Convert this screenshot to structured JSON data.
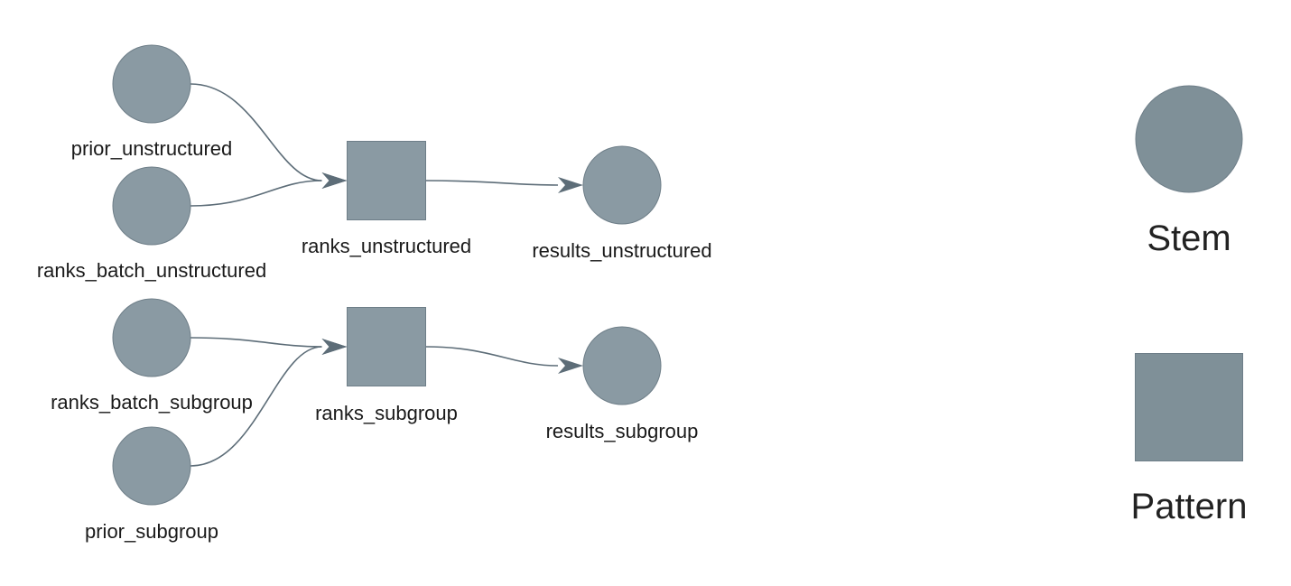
{
  "colors": {
    "node_fill": "#8a9aa3",
    "node_stroke": "#6e7e88",
    "legend_fill": "#7f9098",
    "edge": "#5d6d78"
  },
  "nodes": [
    {
      "id": "prior_unstructured",
      "label": "prior_unstructured",
      "shape": "circle"
    },
    {
      "id": "ranks_batch_unstructured",
      "label": "ranks_batch_unstructured",
      "shape": "circle"
    },
    {
      "id": "ranks_unstructured",
      "label": "ranks_unstructured",
      "shape": "square"
    },
    {
      "id": "results_unstructured",
      "label": "results_unstructured",
      "shape": "circle"
    },
    {
      "id": "ranks_batch_subgroup",
      "label": "ranks_batch_subgroup",
      "shape": "circle"
    },
    {
      "id": "prior_subgroup",
      "label": "prior_subgroup",
      "shape": "circle"
    },
    {
      "id": "ranks_subgroup",
      "label": "ranks_subgroup",
      "shape": "square"
    },
    {
      "id": "results_subgroup",
      "label": "results_subgroup",
      "shape": "circle"
    }
  ],
  "edges": [
    {
      "from": "prior_unstructured",
      "to": "ranks_unstructured"
    },
    {
      "from": "ranks_batch_unstructured",
      "to": "ranks_unstructured"
    },
    {
      "from": "ranks_unstructured",
      "to": "results_unstructured"
    },
    {
      "from": "ranks_batch_subgroup",
      "to": "ranks_subgroup"
    },
    {
      "from": "prior_subgroup",
      "to": "ranks_subgroup"
    },
    {
      "from": "ranks_subgroup",
      "to": "results_subgroup"
    }
  ],
  "legend": [
    {
      "id": "stem",
      "label": "Stem",
      "shape": "circle"
    },
    {
      "id": "pattern",
      "label": "Pattern",
      "shape": "square"
    }
  ]
}
